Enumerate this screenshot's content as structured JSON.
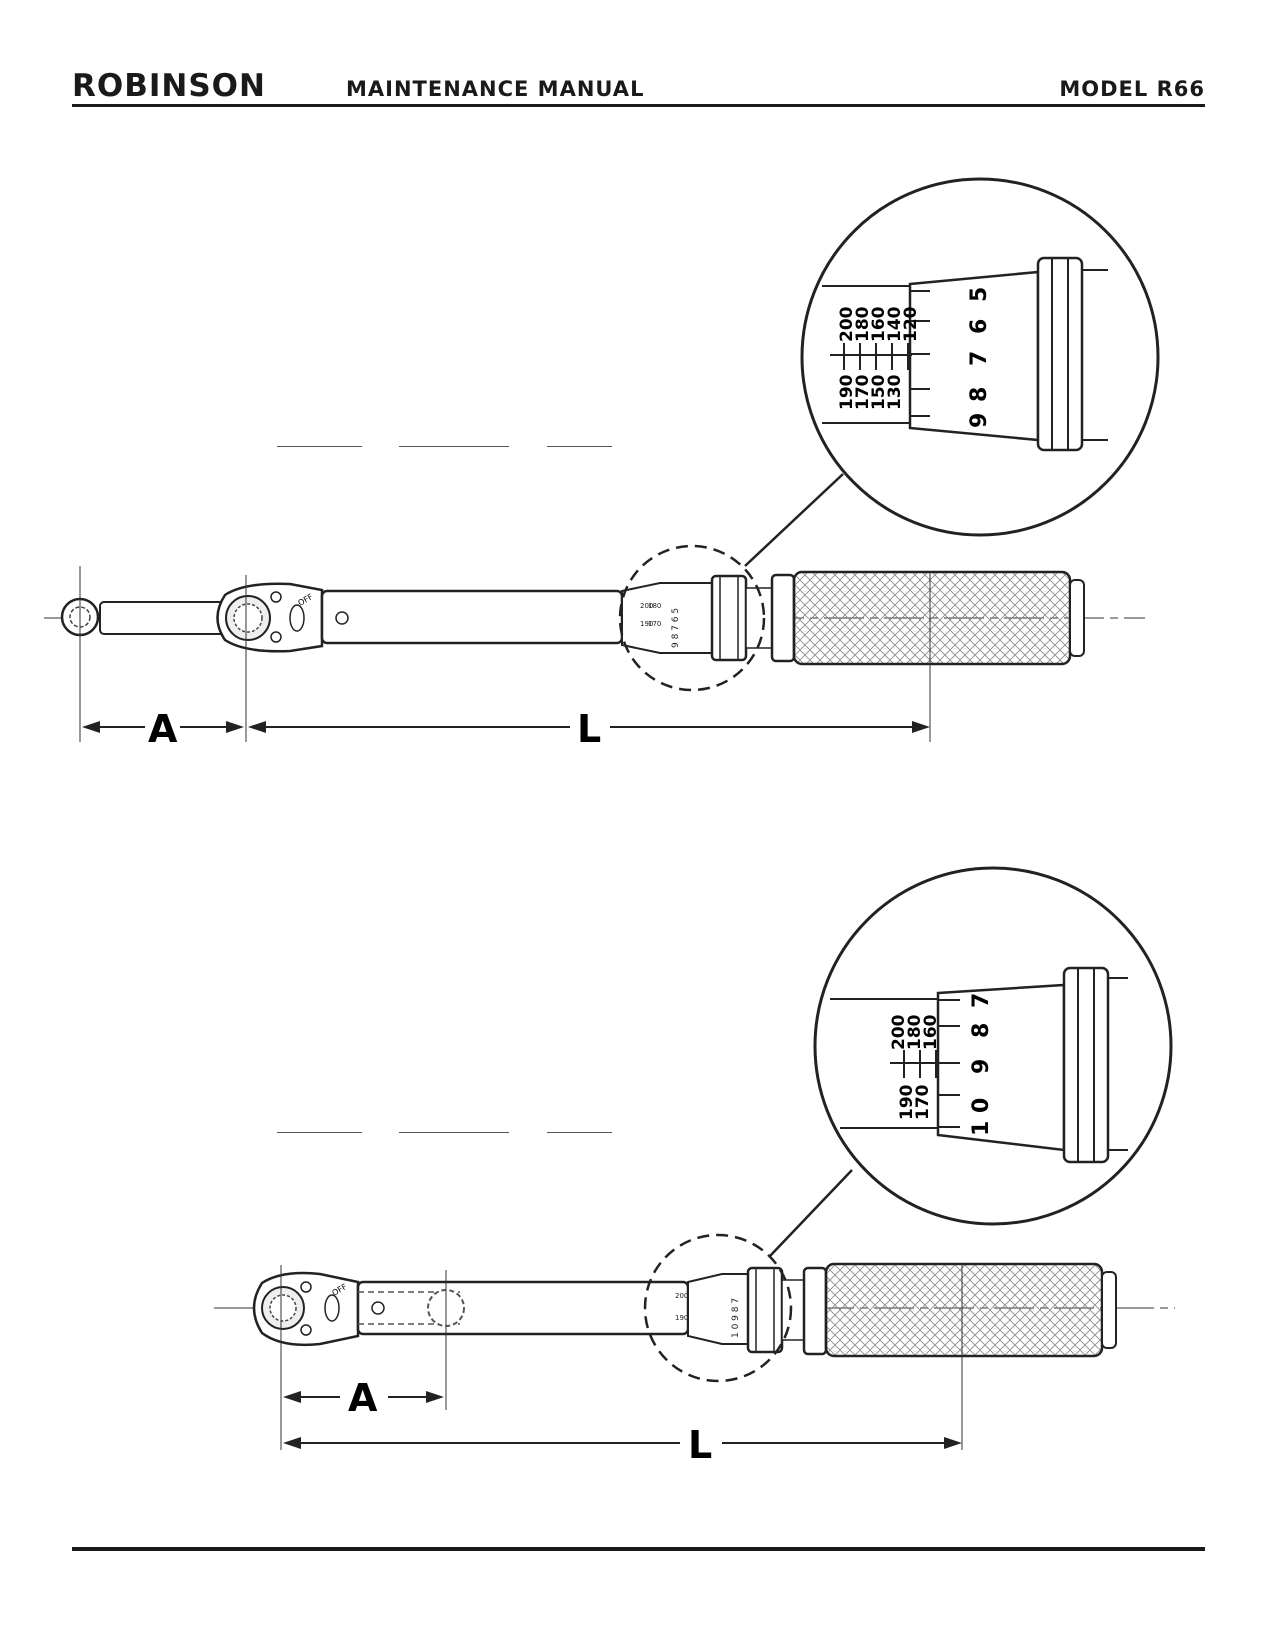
{
  "header": {
    "brand": "ROBINSON",
    "manual_title": "MAINTENANCE MANUAL",
    "model": "MODEL R66"
  },
  "figure1": {
    "dim_a": "A",
    "dim_l": "L",
    "head_label": "OFF",
    "dial_lower": [
      "190",
      "170",
      "150",
      "130"
    ],
    "dial_upper": [
      "200",
      "180",
      "160",
      "140",
      "120"
    ],
    "dial_numbers": [
      "9",
      "8",
      "7",
      "6",
      "5"
    ]
  },
  "figure2": {
    "dim_a": "A",
    "dim_l": "L",
    "head_label": "OFF",
    "dial_lower": [
      "190",
      "170"
    ],
    "dial_upper": [
      "200",
      "180",
      "160"
    ],
    "dial_numbers": [
      "1 0",
      "9",
      "8",
      "7"
    ]
  }
}
